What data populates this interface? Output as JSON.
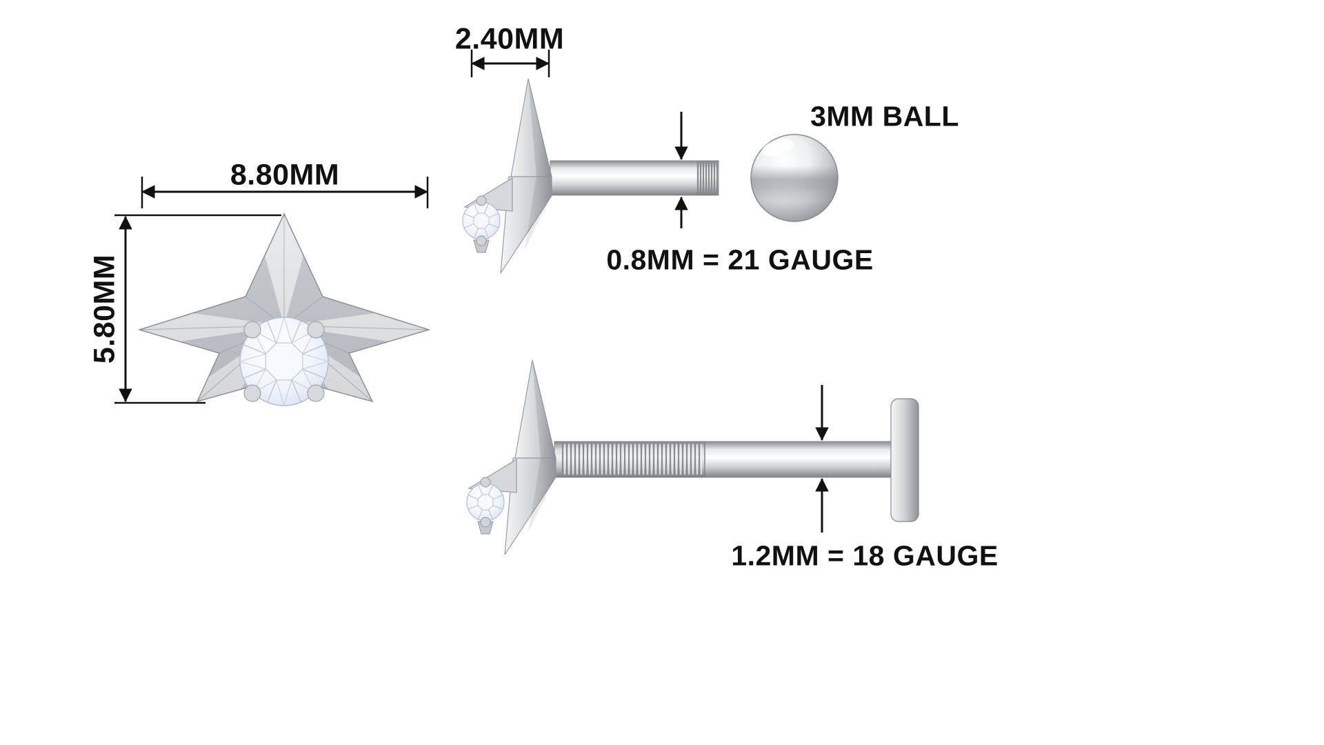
{
  "colors": {
    "annotation_text": "#111111",
    "dimension_line": "#111111",
    "metal": "#c9ccd0",
    "gem": "#e8eefb"
  },
  "front_view": {
    "width": "8.80MM",
    "height": "5.80MM"
  },
  "side_view_top": {
    "depth": "2.40MM",
    "ball": "3MM BALL",
    "bar_gauge": "0.8MM = 21 GAUGE"
  },
  "side_view_bottom": {
    "bar_gauge": "1.2MM = 18 GAUGE"
  }
}
